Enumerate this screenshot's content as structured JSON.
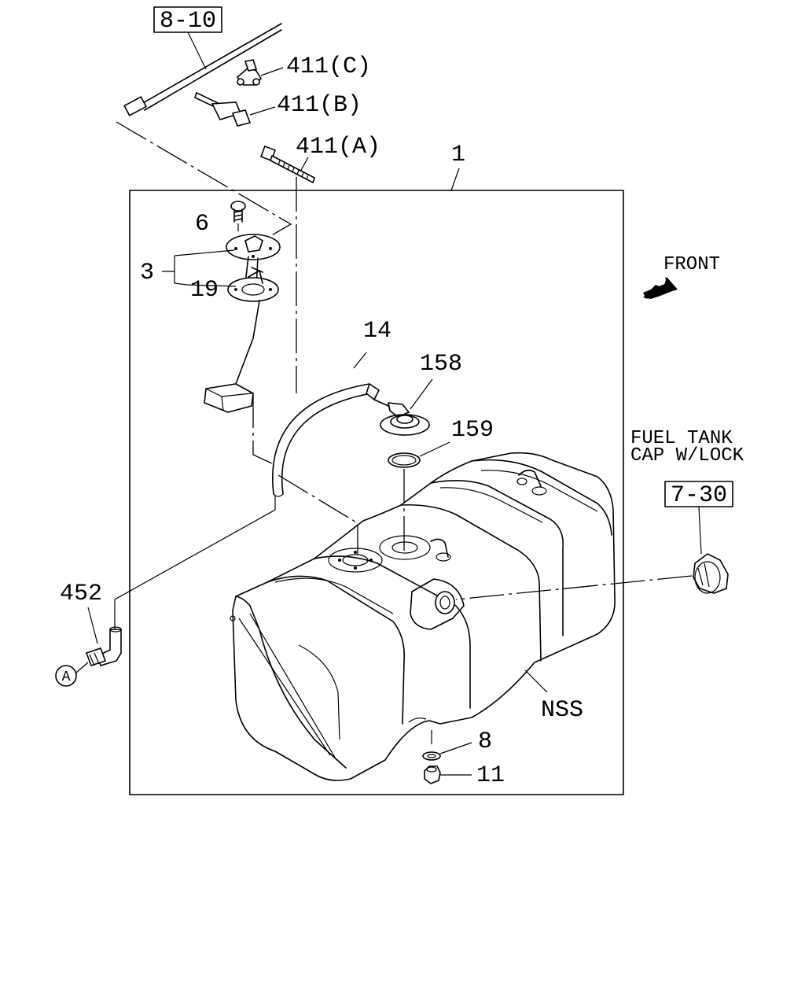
{
  "refs": {
    "ref_8_10": "8-10",
    "ref_7_30": "7-30"
  },
  "labels": {
    "p411c": "411(C)",
    "p411b": "411(B)",
    "p411a": "411(A)",
    "p1": "1",
    "p6": "6",
    "p3": "3",
    "p19": "19",
    "p14": "14",
    "p158": "158",
    "p159": "159",
    "p452": "452",
    "pA": "A",
    "p8": "8",
    "p11": "11",
    "nss": "NSS"
  },
  "notes": {
    "front": "FRONT",
    "cap_line1": "FUEL TANK",
    "cap_line2": "CAP W/LOCK"
  },
  "icons": [
    "front-arrow-icon",
    "circle-a-icon"
  ]
}
